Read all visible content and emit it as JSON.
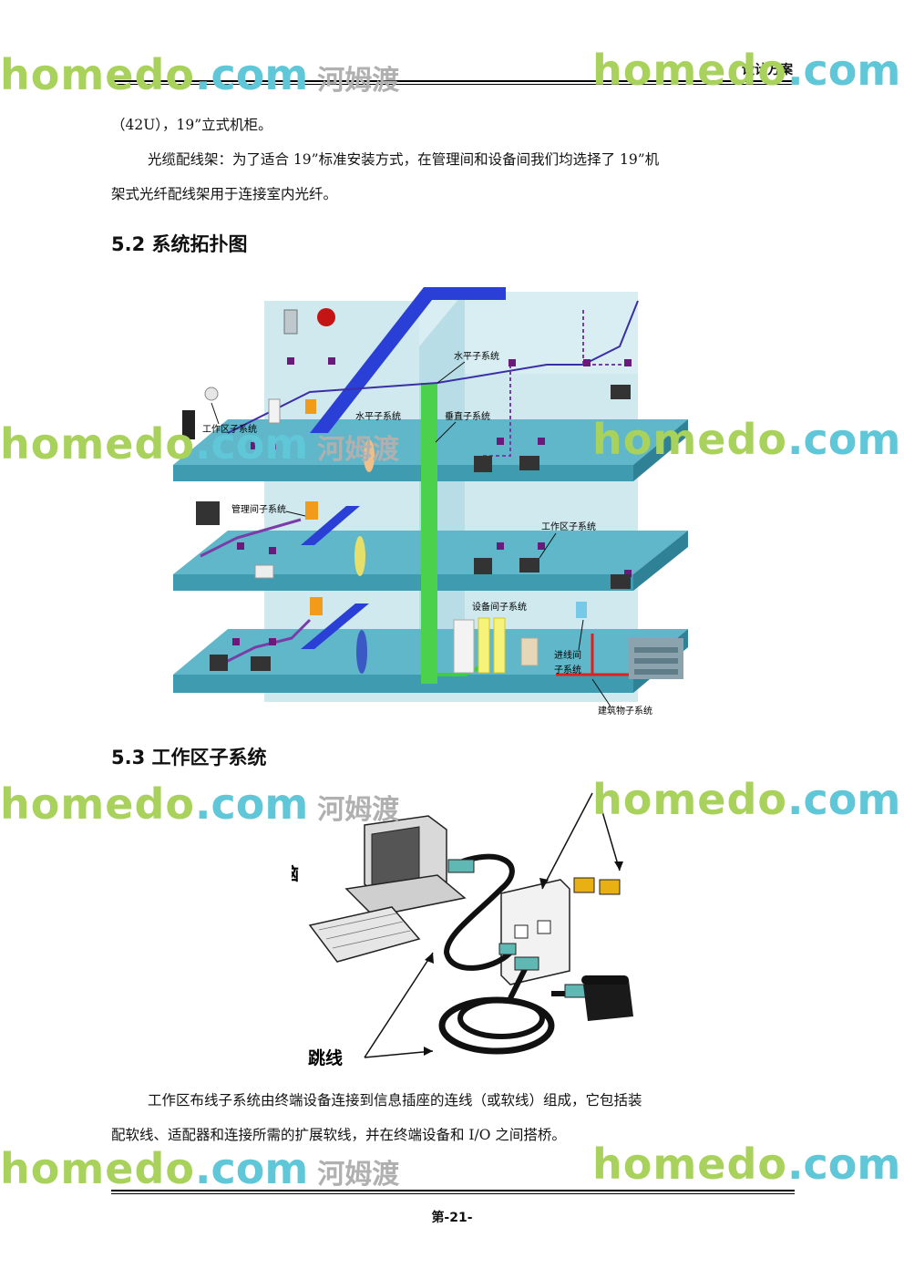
{
  "header": {
    "title": "设计方案"
  },
  "paragraphs": {
    "p1": "（42U），19”立式机柜。",
    "p2a": "光缆配线架：为了适合 19”标准安装方式，在管理间和设备间我们均选择了 19”机",
    "p2b": "架式光纤配线架用于连接室内光纤。",
    "p3a": "工作区布线子系统由终端设备连接到信息插座的连线（或软线）组成，它包括装",
    "p3b": "配软线、适配器和连接所需的扩展软线，并在终端设备和 I/O 之间搭桥。"
  },
  "sections": {
    "s52": "5.2 系统拓扑图",
    "s53": "5.3 工作区子系统"
  },
  "topology": {
    "horizontal_top": "水平子系统",
    "horizontal_mid": "水平子系统",
    "vertical": "垂直子系统",
    "work_area_top": "工作区子系统",
    "management": "管理间子系统",
    "work_area_right": "工作区子系统",
    "equipment": "设备间子系统",
    "entrance_a": "进线间",
    "entrance_b": "子系统",
    "building": "建筑物子系统"
  },
  "workarea": {
    "computer": "电脑",
    "patch_cord": "跳线"
  },
  "watermark": {
    "brand1": "homedo",
    "brand2": ".com",
    "brand_cn": "河姆渡"
  },
  "footer": {
    "page": "第-21-"
  }
}
